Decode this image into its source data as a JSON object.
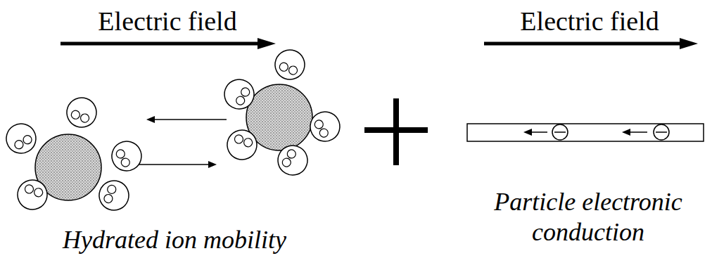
{
  "diagram": {
    "labels": [
      "Electric field",
      "Electric field",
      "Hydrated ion mobility",
      "Particle electronic conduction"
    ]
  }
}
